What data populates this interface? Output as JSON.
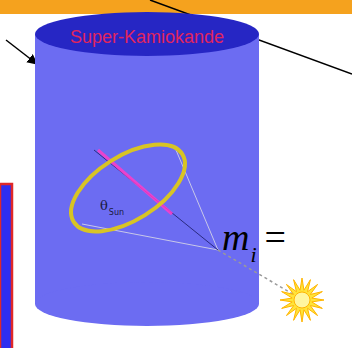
{
  "diagram": {
    "nodes": [
      {
        "text": [
          "Super-Kamiokande"
        ]
      }
    ],
    "labels": [
      "θ",
      "Sun",
      "m",
      "i",
      "="
    ]
  }
}
